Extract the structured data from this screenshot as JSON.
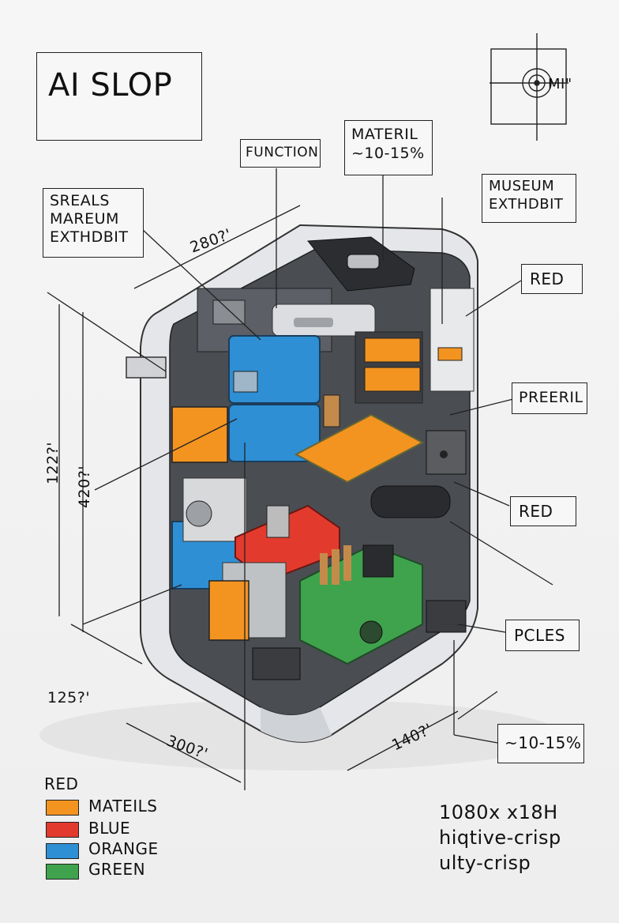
{
  "title": "AI SLOP",
  "target_symbol": {
    "label": "MI\""
  },
  "callouts": {
    "function": "FUNCTION",
    "materil": [
      "MATERIL",
      "~10-15%"
    ],
    "sreals": [
      "SREALS",
      "MAREUM",
      "EXTHDBIT"
    ],
    "museum": [
      "MUSEUM",
      "EXTHDBIT"
    ],
    "red_top": "RED",
    "preeril": "PREERIL",
    "red_mid": "RED",
    "pcles": "PCLES",
    "pct_bottom": "~10-15%"
  },
  "dimensions": {
    "top": "280?'",
    "left_outer": "122?'",
    "left_inner": "420?'",
    "bottom_left": "125?'",
    "bottom_width": "300?'",
    "bottom_right": "140?'"
  },
  "legend": {
    "heading": "RED",
    "items": [
      {
        "label": "MATEILS",
        "color": "#f39421"
      },
      {
        "label": "BLUE",
        "color": "#e23b2e"
      },
      {
        "label": "ORANGE",
        "color": "#2e8fd4"
      },
      {
        "label": "GREEN",
        "color": "#3fa34d"
      }
    ]
  },
  "spec_text": [
    "1080x x18H",
    "hiqtive-crisp",
    "ulty-crisp"
  ],
  "colors": {
    "orange": "#f39421",
    "red": "#e23b2e",
    "blue": "#2e8fd4",
    "green": "#3fa34d",
    "housing": "#e4e6e9"
  }
}
